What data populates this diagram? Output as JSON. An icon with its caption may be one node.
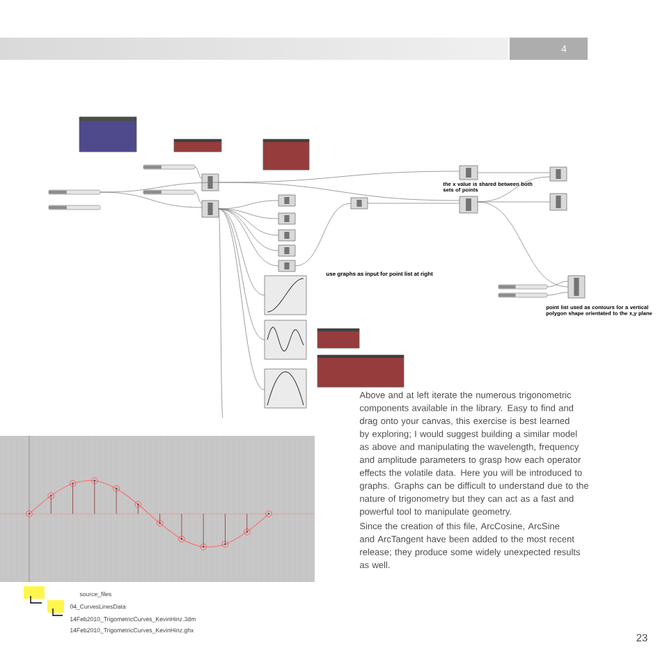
{
  "diagram": {
    "labels": [
      "4",
      "the x value is shared between both sets of points",
      "use graphs as input for point list at right",
      "point list used as contours for a vertical polygon shape orientated to the x,y plane",
      "Above and at left iterate the numerous trigonometric components available in the library. Easy to find and drag onto your canvas, this exercise is best learned by exploring; I would suggest building a similar model as above and manipulating the wavelength, frequency and amplitude parameters to grasp how each operator effects the volatile data. Here you will be introduced to graphs. Graphs can be difficult to understand due to the nature of trigonometry but they can act as a fast and powerful tool to manipulate geometry.",
      "Since the creation of this file, ArcCosine, ArcSine and ArcTangent have been added to the most recent release; they produce some widely unexpected results as well.",
      "source_files",
      "04_CurvesLinesData",
      "14Feb2010_TrigometricCurves_KevinHinz.3dm",
      "14Feb2010_TrigometricCurves_KevinHinz.ghx",
      "23"
    ]
  }
}
